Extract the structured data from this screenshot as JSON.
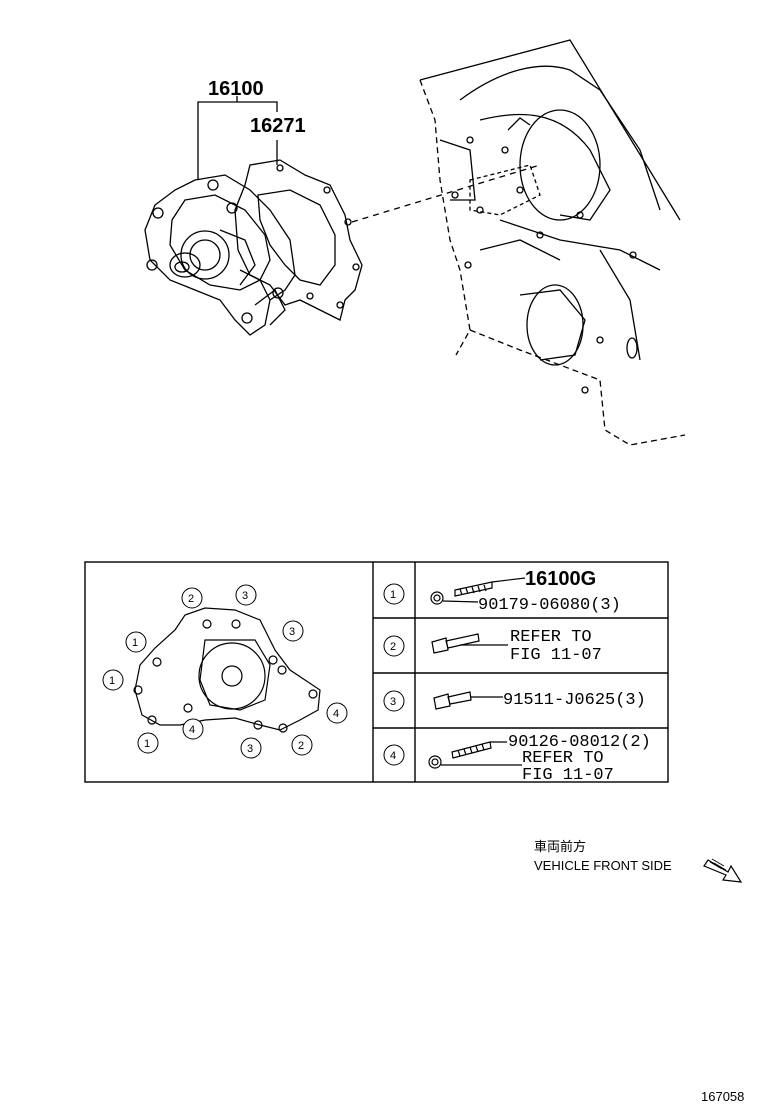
{
  "diagram": {
    "main_labels": {
      "water_pump": "16100",
      "gasket": "16271"
    },
    "legend_rows": [
      {
        "key": "1",
        "parts": [
          "16100G",
          "90179-06080(3)"
        ]
      },
      {
        "key": "2",
        "parts": [
          "REFER TO",
          "FIG 11-07"
        ]
      },
      {
        "key": "3",
        "parts": [
          "91511-J0625(3)"
        ]
      },
      {
        "key": "4",
        "parts": [
          "90126-08012(2)",
          "REFER TO",
          "FIG 11-07"
        ]
      }
    ],
    "callouts": [
      "2",
      "3",
      "3",
      "1",
      "1",
      "4",
      "1",
      "4",
      "3",
      "2"
    ],
    "direction": {
      "japanese": "車両前方",
      "english": "VEHICLE FRONT SIDE"
    },
    "figure_number": "167058"
  }
}
